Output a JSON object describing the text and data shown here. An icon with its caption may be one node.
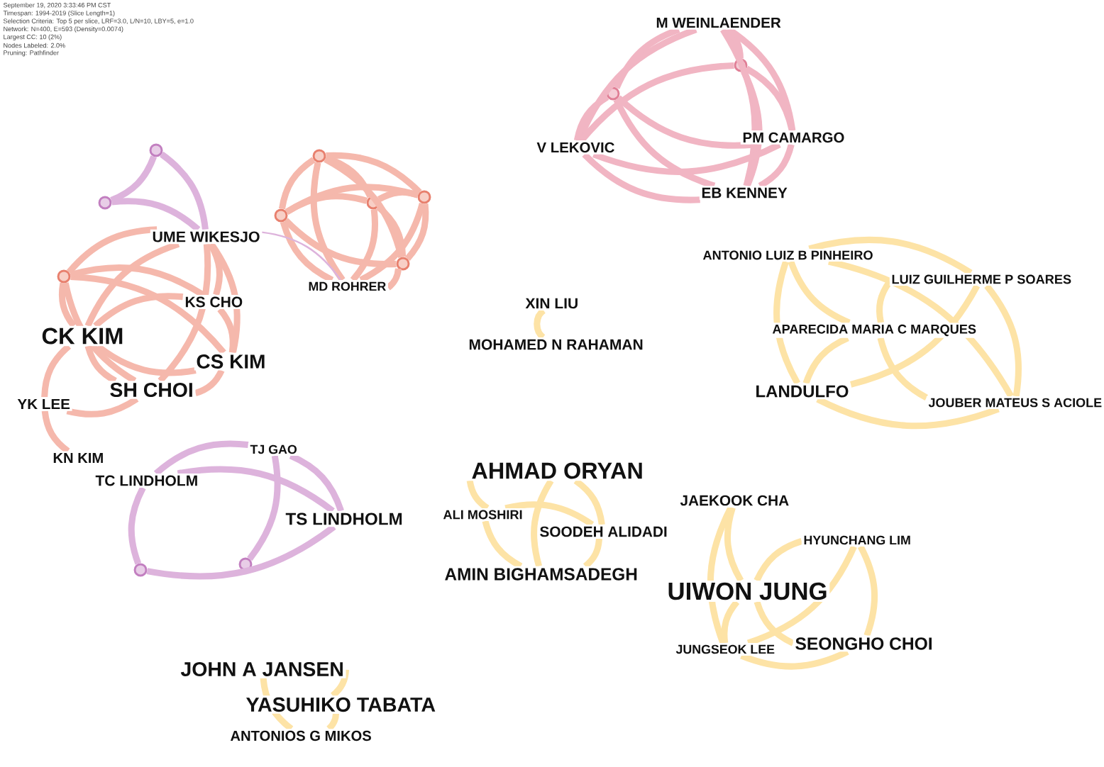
{
  "diagram": {
    "nodes": [
      {
        "text": [
          "M WEINLAENDER"
        ]
      },
      {
        "text": [],
        "shape": "circle"
      },
      {
        "text": [],
        "shape": "circle"
      },
      {
        "text": [
          "PM CAMARGO"
        ]
      },
      {
        "text": [
          "V LEKOVIC"
        ]
      },
      {
        "text": [],
        "shape": "circle"
      },
      {
        "text": [],
        "shape": "circle"
      },
      {
        "text": [
          "EB KENNEY"
        ]
      },
      {
        "text": [],
        "shape": "circle"
      },
      {
        "text": [],
        "shape": "circle"
      },
      {
        "text": [],
        "shape": "circle"
      },
      {
        "text": [],
        "shape": "circle"
      },
      {
        "text": [
          "UME WIKESJO"
        ]
      },
      {
        "text": [
          "ANTONIO LUIZ B PINHEIRO"
        ]
      },
      {
        "text": [],
        "shape": "circle"
      },
      {
        "text": [],
        "shape": "circle"
      },
      {
        "text": [
          "LUIZ GUILHERME P SOARES"
        ]
      },
      {
        "text": [
          "MD ROHRER"
        ]
      },
      {
        "text": [
          "KS CHO"
        ]
      },
      {
        "text": [
          "XIN LIU"
        ]
      },
      {
        "text": [
          "APARECIDA MARIA C MARQUES"
        ]
      },
      {
        "text": [
          "CK KIM"
        ]
      },
      {
        "text": [
          "MOHAMED N RAHAMAN"
        ]
      },
      {
        "text": [
          "CS KIM"
        ]
      },
      {
        "text": [
          "SH CHOI"
        ]
      },
      {
        "text": [
          "LANDULFO"
        ]
      },
      {
        "text": [
          "YK LEE"
        ]
      },
      {
        "text": [
          "JOUBER MATEUS S ACIOLE"
        ]
      },
      {
        "text": [
          "TJ GAO"
        ]
      },
      {
        "text": [
          "KN KIM"
        ]
      },
      {
        "text": [
          "AHMAD ORYAN"
        ]
      },
      {
        "text": [
          "TC LINDHOLM"
        ]
      },
      {
        "text": [
          "JAEKOOK CHA"
        ]
      },
      {
        "text": [
          "ALI MOSHIRI"
        ]
      },
      {
        "text": [
          "TS LINDHOLM"
        ]
      },
      {
        "text": [
          "SOODEH ALIDADI"
        ]
      },
      {
        "text": [
          "HYUNCHANG LIM"
        ]
      },
      {
        "text": [],
        "shape": "circle"
      },
      {
        "text": [],
        "shape": "circle"
      },
      {
        "text": [
          "AMIN BIGHAMSADEGH"
        ]
      },
      {
        "text": [
          "UIWON JUNG"
        ]
      },
      {
        "text": [
          "SEONGHO CHOI"
        ]
      },
      {
        "text": [
          "JUNGSEOK LEE"
        ]
      },
      {
        "text": [
          "JOHN A JANSEN"
        ]
      },
      {
        "text": [
          "YASUHIKO TABATA"
        ]
      },
      {
        "text": [
          "ANTONIOS G MIKOS"
        ]
      }
    ],
    "edges": [
      {
        "from": 0,
        "to": 4,
        "arrow": "none",
        "color": "#f1b5c3"
      },
      {
        "from": 0,
        "to": 2,
        "arrow": "none",
        "color": "#f1b5c3"
      },
      {
        "from": 0,
        "to": 7,
        "arrow": "none",
        "color": "#f1b5c3"
      },
      {
        "from": 0,
        "to": 1,
        "arrow": "none",
        "color": "#f1b5c3"
      },
      {
        "from": 0,
        "to": 3,
        "arrow": "none",
        "color": "#f1b5c3"
      },
      {
        "from": 2,
        "to": 4,
        "arrow": "none",
        "color": "#f1b5c3"
      },
      {
        "from": 2,
        "to": 3,
        "arrow": "none",
        "color": "#f1b5c3"
      },
      {
        "from": 2,
        "to": 7,
        "arrow": "none",
        "color": "#f1b5c3"
      },
      {
        "from": 1,
        "to": 4,
        "arrow": "none",
        "color": "#f1b5c3"
      },
      {
        "from": 1,
        "to": 7,
        "arrow": "none",
        "color": "#f1b5c3"
      },
      {
        "from": 4,
        "to": 3,
        "arrow": "none",
        "color": "#f1b5c3"
      },
      {
        "from": 4,
        "to": 7,
        "arrow": "none",
        "color": "#f1b5c3"
      },
      {
        "from": 3,
        "to": 7,
        "arrow": "none",
        "color": "#f1b5c3"
      },
      {
        "from": 1,
        "to": 3,
        "arrow": "none",
        "color": "#f1b5c3"
      },
      {
        "from": 12,
        "to": 9,
        "arrow": "none",
        "color": "#ddb3dc"
      },
      {
        "from": 12,
        "to": 5,
        "arrow": "none",
        "color": "#ddb3dc"
      },
      {
        "from": 5,
        "to": 9,
        "arrow": "none",
        "color": "#ddb3dc"
      },
      {
        "from": 6,
        "to": 11,
        "arrow": "none"
      },
      {
        "from": 6,
        "to": 10,
        "arrow": "none"
      },
      {
        "from": 6,
        "to": 8,
        "arrow": "none"
      },
      {
        "from": 6,
        "to": 14,
        "arrow": "none"
      },
      {
        "from": 6,
        "to": 17,
        "arrow": "none"
      },
      {
        "from": 11,
        "to": 10,
        "arrow": "none"
      },
      {
        "from": 11,
        "to": 8,
        "arrow": "none"
      },
      {
        "from": 11,
        "to": 14,
        "arrow": "none"
      },
      {
        "from": 11,
        "to": 17,
        "arrow": "none"
      },
      {
        "from": 10,
        "to": 8,
        "arrow": "none"
      },
      {
        "from": 10,
        "to": 14,
        "arrow": "none"
      },
      {
        "from": 10,
        "to": 17,
        "arrow": "none"
      },
      {
        "from": 8,
        "to": 14,
        "arrow": "none"
      },
      {
        "from": 8,
        "to": 17,
        "arrow": "none"
      },
      {
        "from": 14,
        "to": 17,
        "arrow": "none"
      },
      {
        "from": 12,
        "to": 17,
        "arrow": "none",
        "color": "#ddb3dc"
      },
      {
        "from": 12,
        "to": 21,
        "arrow": "none"
      },
      {
        "from": 12,
        "to": 23,
        "arrow": "none"
      },
      {
        "from": 12,
        "to": 18,
        "arrow": "none"
      },
      {
        "from": 12,
        "to": 24,
        "arrow": "none"
      },
      {
        "from": 12,
        "to": 15,
        "arrow": "none"
      },
      {
        "from": 15,
        "to": 21,
        "arrow": "none"
      },
      {
        "from": 15,
        "to": 23,
        "arrow": "none"
      },
      {
        "from": 15,
        "to": 18,
        "arrow": "none"
      },
      {
        "from": 15,
        "to": 24,
        "arrow": "none"
      },
      {
        "from": 21,
        "to": 23,
        "arrow": "none"
      },
      {
        "from": 21,
        "to": 24,
        "arrow": "none"
      },
      {
        "from": 21,
        "to": 18,
        "arrow": "none"
      },
      {
        "from": 23,
        "to": 24,
        "arrow": "none"
      },
      {
        "from": 18,
        "to": 23,
        "arrow": "none"
      },
      {
        "from": 21,
        "to": 26,
        "arrow": "none"
      },
      {
        "from": 26,
        "to": 24,
        "arrow": "none"
      },
      {
        "from": 26,
        "to": 29,
        "arrow": "none"
      },
      {
        "from": 13,
        "to": 16,
        "arrow": "none",
        "color": "#fde3a6"
      },
      {
        "from": 13,
        "to": 20,
        "arrow": "none",
        "color": "#fde3a6"
      },
      {
        "from": 13,
        "to": 25,
        "arrow": "none",
        "color": "#fde3a6"
      },
      {
        "from": 13,
        "to": 27,
        "arrow": "none",
        "color": "#fde3a6"
      },
      {
        "from": 16,
        "to": 20,
        "arrow": "none",
        "color": "#fde3a6"
      },
      {
        "from": 16,
        "to": 25,
        "arrow": "none",
        "color": "#fde3a6"
      },
      {
        "from": 16,
        "to": 27,
        "arrow": "none",
        "color": "#fde3a6"
      },
      {
        "from": 20,
        "to": 25,
        "arrow": "none",
        "color": "#fde3a6"
      },
      {
        "from": 20,
        "to": 27,
        "arrow": "none",
        "color": "#fde3a6"
      },
      {
        "from": 25,
        "to": 27,
        "arrow": "none",
        "color": "#fde3a6"
      },
      {
        "from": 19,
        "to": 22,
        "arrow": "none",
        "color": "#fde3a6"
      },
      {
        "from": 31,
        "to": 28,
        "arrow": "none",
        "color": "#ddb3dc"
      },
      {
        "from": 31,
        "to": 34,
        "arrow": "none",
        "color": "#ddb3dc"
      },
      {
        "from": 28,
        "to": 34,
        "arrow": "none",
        "color": "#ddb3dc"
      },
      {
        "from": 31,
        "to": 38,
        "arrow": "none",
        "color": "#ddb3dc"
      },
      {
        "from": 38,
        "to": 34,
        "arrow": "none",
        "color": "#ddb3dc"
      },
      {
        "from": 28,
        "to": 37,
        "arrow": "none",
        "color": "#ddb3dc"
      },
      {
        "from": 30,
        "to": 33,
        "arrow": "none",
        "color": "#fde3a6"
      },
      {
        "from": 30,
        "to": 35,
        "arrow": "none",
        "color": "#fde3a6"
      },
      {
        "from": 33,
        "to": 35,
        "arrow": "none",
        "color": "#fde3a6"
      },
      {
        "from": 33,
        "to": 39,
        "arrow": "none",
        "color": "#fde3a6"
      },
      {
        "from": 35,
        "to": 39,
        "arrow": "none",
        "color": "#fde3a6"
      },
      {
        "from": 30,
        "to": 39,
        "arrow": "none",
        "color": "#fde3a6"
      },
      {
        "from": 32,
        "to": 40,
        "arrow": "none",
        "color": "#fde3a6"
      },
      {
        "from": 32,
        "to": 42,
        "arrow": "none",
        "color": "#fde3a6"
      },
      {
        "from": 36,
        "to": 40,
        "arrow": "none",
        "color": "#fde3a6"
      },
      {
        "from": 36,
        "to": 41,
        "arrow": "none",
        "color": "#fde3a6"
      },
      {
        "from": 36,
        "to": 42,
        "arrow": "none",
        "color": "#fde3a6"
      },
      {
        "from": 40,
        "to": 41,
        "arrow": "none",
        "color": "#fde3a6"
      },
      {
        "from": 40,
        "to": 42,
        "arrow": "none",
        "color": "#fde3a6"
      },
      {
        "from": 41,
        "to": 42,
        "arrow": "none",
        "color": "#fde3a6"
      },
      {
        "from": 43,
        "to": 44,
        "arrow": "none",
        "color": "#fde3a6"
      },
      {
        "from": 43,
        "to": 45,
        "arrow": "none",
        "color": "#fde3a6"
      },
      {
        "from": 44,
        "to": 45,
        "arrow": "none",
        "color": "#fde3a6"
      }
    ],
    "labels": [
      "September 19, 2020 3:33:46 PM CST",
      "Timespan: 1994-2019 (Slice Length=1)",
      "Selection Criteria: Top 5 per slice, LRF=3.0, L/N=10, LBY=5, e=1.0",
      "Network: N=400, E=593 (Density=0.0074)",
      "Largest CC: 10 (2%)",
      "Nodes Labeled: 2.0%",
      "Pruning: Pathfinder"
    ]
  }
}
